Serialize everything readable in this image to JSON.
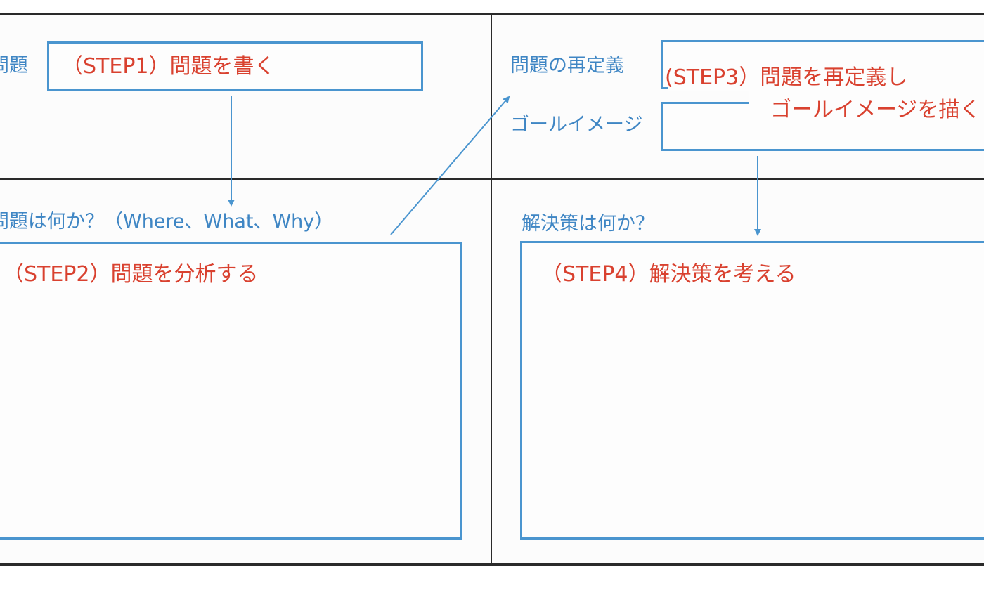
{
  "labels": {
    "problem": "問題",
    "analysis": "問題は何か？（Where、What、Why）",
    "redefine": "問題の再定義",
    "goal_image": "ゴールイメージ",
    "solution": "解決策は何か？"
  },
  "steps": {
    "step1": "（STEP1）問題を書く",
    "step2": "（STEP2）問題を分析する",
    "step3_line1": "(STEP3）問題を再定義し",
    "step3_line2": "ゴールイメージを描く",
    "step4": "（STEP4）解決策を考える"
  },
  "colors": {
    "label_blue": "#3f86c4",
    "box_border_blue": "#4a95cf",
    "step_red": "#d9412f",
    "frame": "#2a2a2a"
  }
}
